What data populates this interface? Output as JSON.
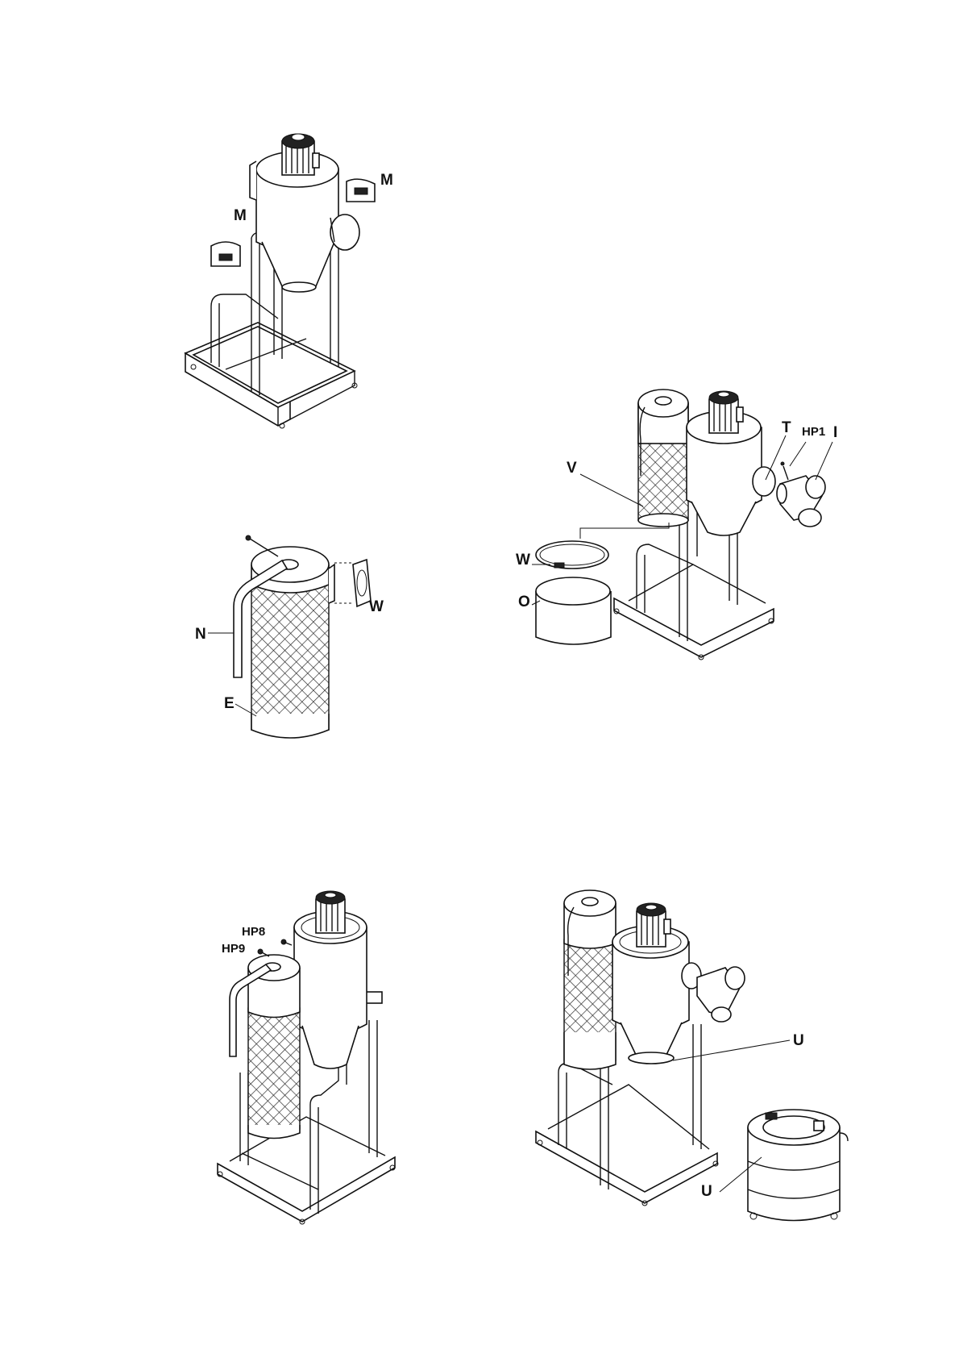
{
  "figures": [
    {
      "id": "fig1",
      "labels": [
        "M",
        "M"
      ]
    },
    {
      "id": "fig2",
      "labels": [
        "T",
        "HP1",
        "I",
        "V",
        "W",
        "O"
      ]
    },
    {
      "id": "fig3",
      "labels": [
        "N",
        "W",
        "E"
      ]
    },
    {
      "id": "fig4",
      "labels": [
        "HP8",
        "HP9"
      ]
    },
    {
      "id": "fig5",
      "labels": [
        "U",
        "U"
      ]
    }
  ]
}
